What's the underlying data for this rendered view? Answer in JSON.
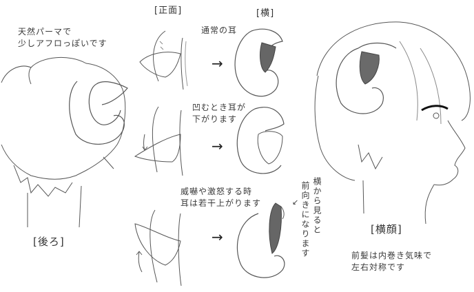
{
  "sheet": {
    "back_view": {
      "note_line1": "天然パーマで",
      "note_line2": "少しアフロっぽいです",
      "label": "[後ろ]"
    },
    "column_headers": {
      "front": "[正面]",
      "side": "[横]"
    },
    "rows": [
      {
        "caption_line1": "通常の耳",
        "caption_line2": "",
        "arrow": "→"
      },
      {
        "caption_line1": "凹むとき耳が",
        "caption_line2": "下がります",
        "arrow": "→"
      },
      {
        "caption_line1": "威嚇や激怒する時",
        "caption_line2": "耳は若干上がります",
        "arrow": "→"
      }
    ],
    "side_note_vertical": {
      "col1": "横から見ると",
      "col2": "前向きになります",
      "pointer": "↙"
    },
    "profile_view": {
      "label": "[横顔]",
      "note_line1": "前髪は内巻き気味で",
      "note_line2": "左右対称です"
    },
    "colors": {
      "line": "#444444",
      "shade": "#555555",
      "background": "#ffffff"
    }
  }
}
